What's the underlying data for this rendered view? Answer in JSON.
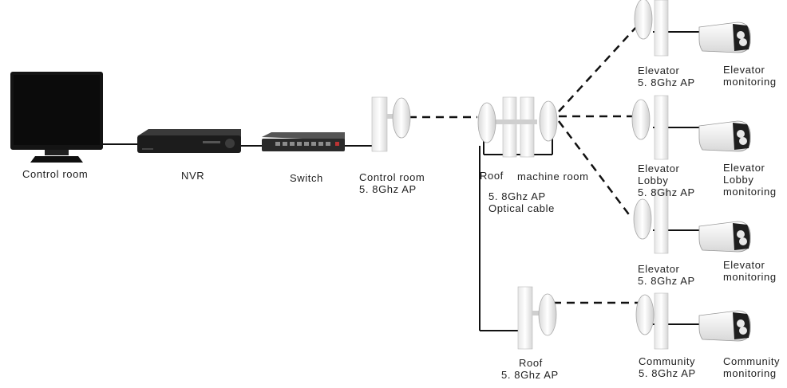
{
  "labels": {
    "control_room": "Control room",
    "nvr": "NVR",
    "switch": "Switch",
    "control_room_ap": [
      "Control room",
      "5. 8Ghz AP"
    ],
    "roof_top": "Roof",
    "machine_room": "machine room",
    "relay_link": [
      "5. 8Ghz AP",
      "Optical cable"
    ],
    "roof_bottom": [
      "Roof",
      "5. 8Ghz AP"
    ],
    "elevator_ap_1": [
      "Elevator",
      "5. 8Ghz AP"
    ],
    "elevator_cam_1": [
      "Elevator",
      "monitoring"
    ],
    "lobby_ap": [
      "Elevator",
      "Lobby",
      "5. 8Ghz AP"
    ],
    "lobby_cam": [
      "Elevator",
      "Lobby",
      "monitoring"
    ],
    "elevator_ap_2": [
      "Elevator",
      "5. 8Ghz AP"
    ],
    "elevator_cam_2": [
      "Elevator",
      "monitoring"
    ],
    "community_ap": [
      "Community",
      "5. 8Ghz AP"
    ],
    "community_cam": [
      "Community",
      "monitoring"
    ]
  },
  "icons": {
    "monitor": "monitor-icon",
    "nvr": "nvr-icon",
    "switch": "switch-icon",
    "antenna": "antenna-icon",
    "camera": "camera-icon"
  },
  "colors": {
    "line": "#111111",
    "device": "#1a1a1a",
    "antenna": "#f2f2f2"
  }
}
